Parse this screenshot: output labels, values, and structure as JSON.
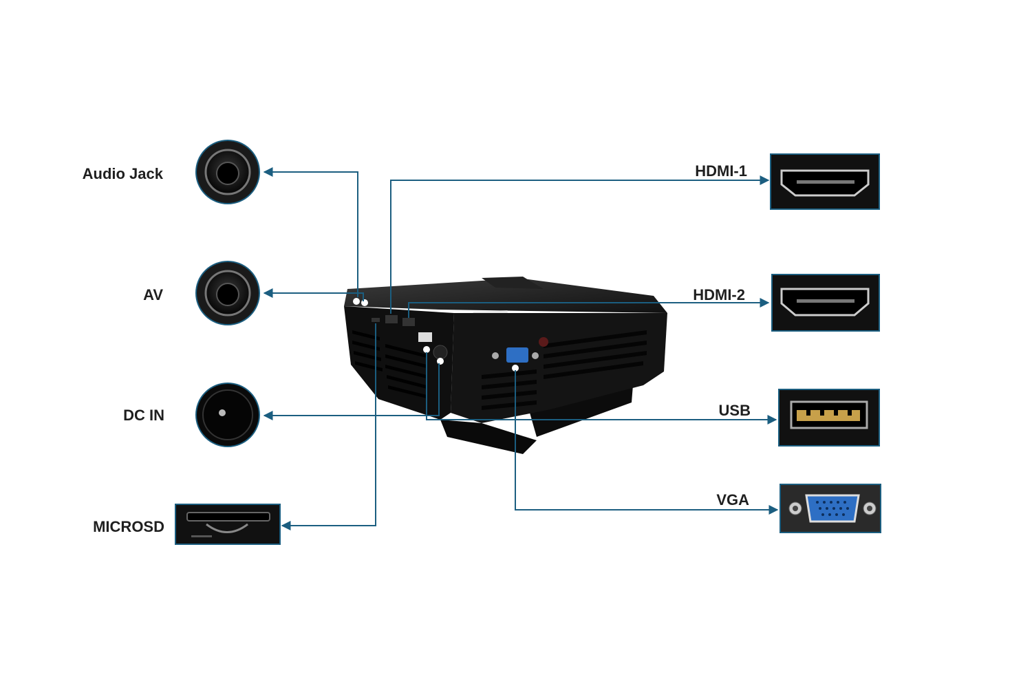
{
  "labels": {
    "audio_jack": "Audio Jack",
    "av": "AV",
    "dc_in": "DC IN",
    "microsd": "MICROSD",
    "hdmi1": "HDMI-1",
    "hdmi2": "HDMI-2",
    "usb": "USB",
    "vga": "VGA"
  },
  "colors": {
    "connector_line": "#1b5e80",
    "device_body": "#151515",
    "vga_port": "#2e6fc4",
    "label_text": "#1f1f1f"
  },
  "icons": {
    "audio_jack": "audio-jack-port-icon",
    "av": "av-port-icon",
    "dc_in": "dc-in-port-icon",
    "microsd": "microsd-slot-icon",
    "hdmi1": "hdmi-port-icon",
    "hdmi2": "hdmi-port-icon",
    "usb": "usb-port-icon",
    "vga": "vga-port-icon"
  }
}
